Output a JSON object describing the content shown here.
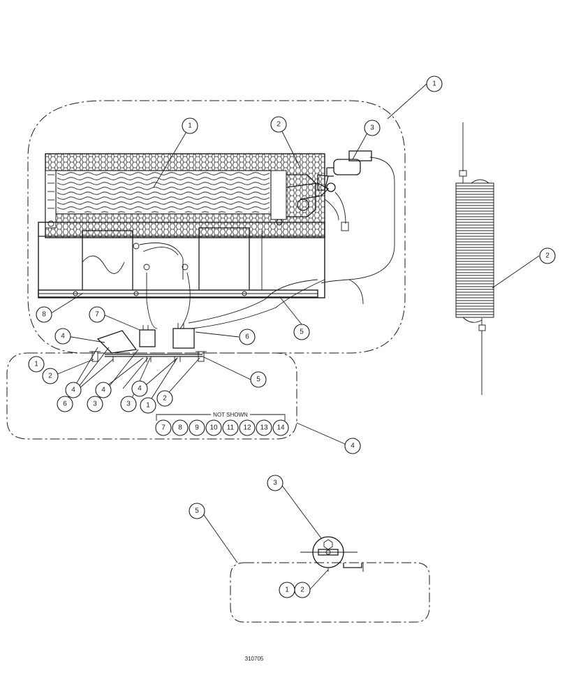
{
  "drawing_number": "310705",
  "not_shown_label": "NOT SHOWN",
  "callouts": {
    "main_assembly": "1",
    "heater_core": "1",
    "valve": "2",
    "valve_bracket": "3",
    "coil": "2",
    "unit_8": "8",
    "unit_7": "7",
    "unit_6": "6",
    "unit_5": "5",
    "unit_4": "4",
    "bracket_group": "4",
    "detail_1": "1",
    "detail_2": "2",
    "detail_4a": "4",
    "detail_4b": "4",
    "detail_4c": "4",
    "detail_6": "6",
    "detail_3a": "3",
    "detail_3b": "3",
    "detail_1b": "1",
    "detail_2b": "2",
    "detail_5": "5",
    "clamp_group": "5",
    "clamp_3": "3",
    "clamp_1": "1",
    "clamp_2": "2"
  },
  "not_shown_items": [
    "7",
    "8",
    "9",
    "10",
    "11",
    "12",
    "13",
    "14"
  ]
}
